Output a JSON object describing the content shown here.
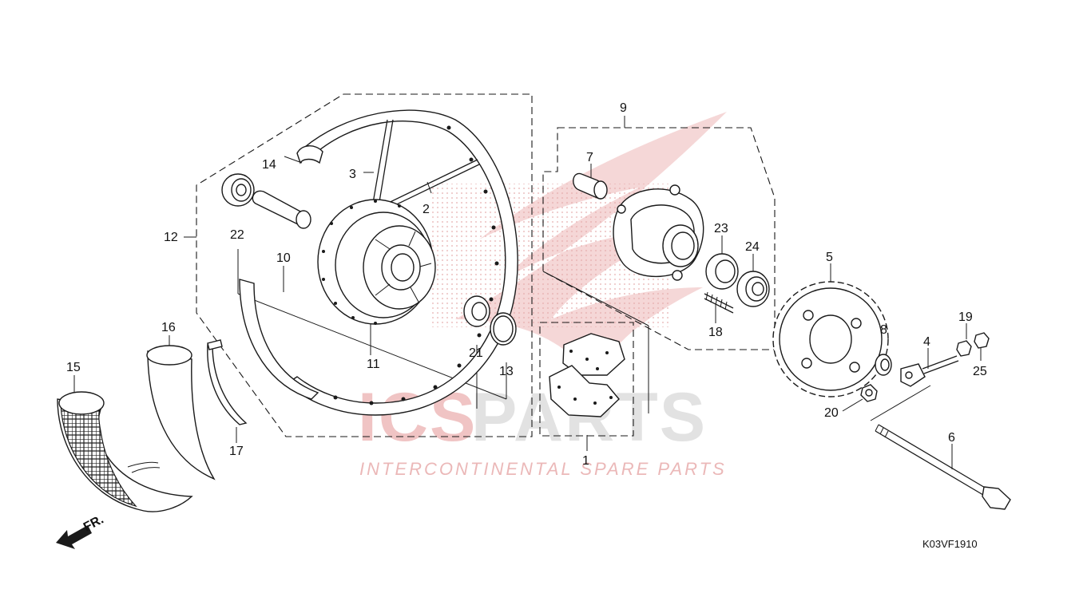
{
  "diagram": {
    "drawing_code": "K03VF1910",
    "direction_label": "FR.",
    "callouts": [
      "1",
      "2",
      "3",
      "4",
      "5",
      "6",
      "7",
      "8",
      "9",
      "10",
      "11",
      "12",
      "13",
      "14",
      "15",
      "16",
      "17",
      "18",
      "19",
      "20",
      "21",
      "22",
      "23",
      "24",
      "25"
    ]
  },
  "watermark": {
    "brand_part1": "ICS",
    "brand_part2": "PARTS",
    "tagline": "INTERCONTINENTAL SPARE PARTS",
    "color_red": "#e8a0a0",
    "color_grey": "#dedede"
  }
}
